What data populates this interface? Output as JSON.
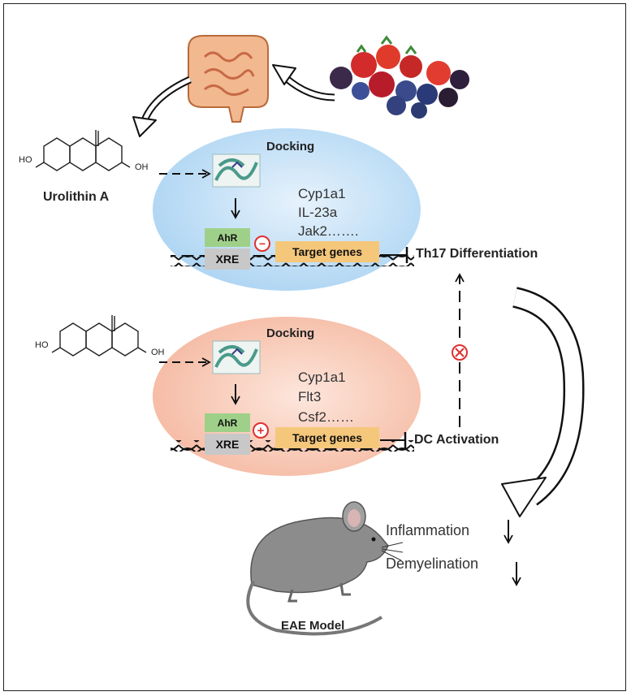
{
  "urolithin_label": "Urolithin A",
  "ho_left": "HO",
  "oh_right": "OH",
  "top_module": {
    "title": "Docking",
    "genes": [
      "Cyp1a1",
      "IL-23a",
      "Jak2……."
    ],
    "receptor": "AhR",
    "element": "XRE",
    "target": "Target genes",
    "sign": "−",
    "outcome": "Th17 Differentiation"
  },
  "bottom_module": {
    "title": "Docking",
    "genes": [
      "Cyp1a1",
      "Flt3",
      "Csf2……"
    ],
    "receptor": "AhR",
    "element": "XRE",
    "target": "Target genes",
    "sign": "+",
    "outcome": "DC Activation"
  },
  "effects": {
    "inflammation": "Inflammation",
    "demyelination": "Demyelination"
  },
  "model_label": "EAE Model",
  "colors": {
    "top_ellipse": "#bcdcf3",
    "bottom_ellipse": "#f7c3b0",
    "ahr_box": "#9fd08a",
    "xre_box": "#c8c8c8",
    "target_box": "#f5c77a",
    "sign_red": "#e03030"
  }
}
